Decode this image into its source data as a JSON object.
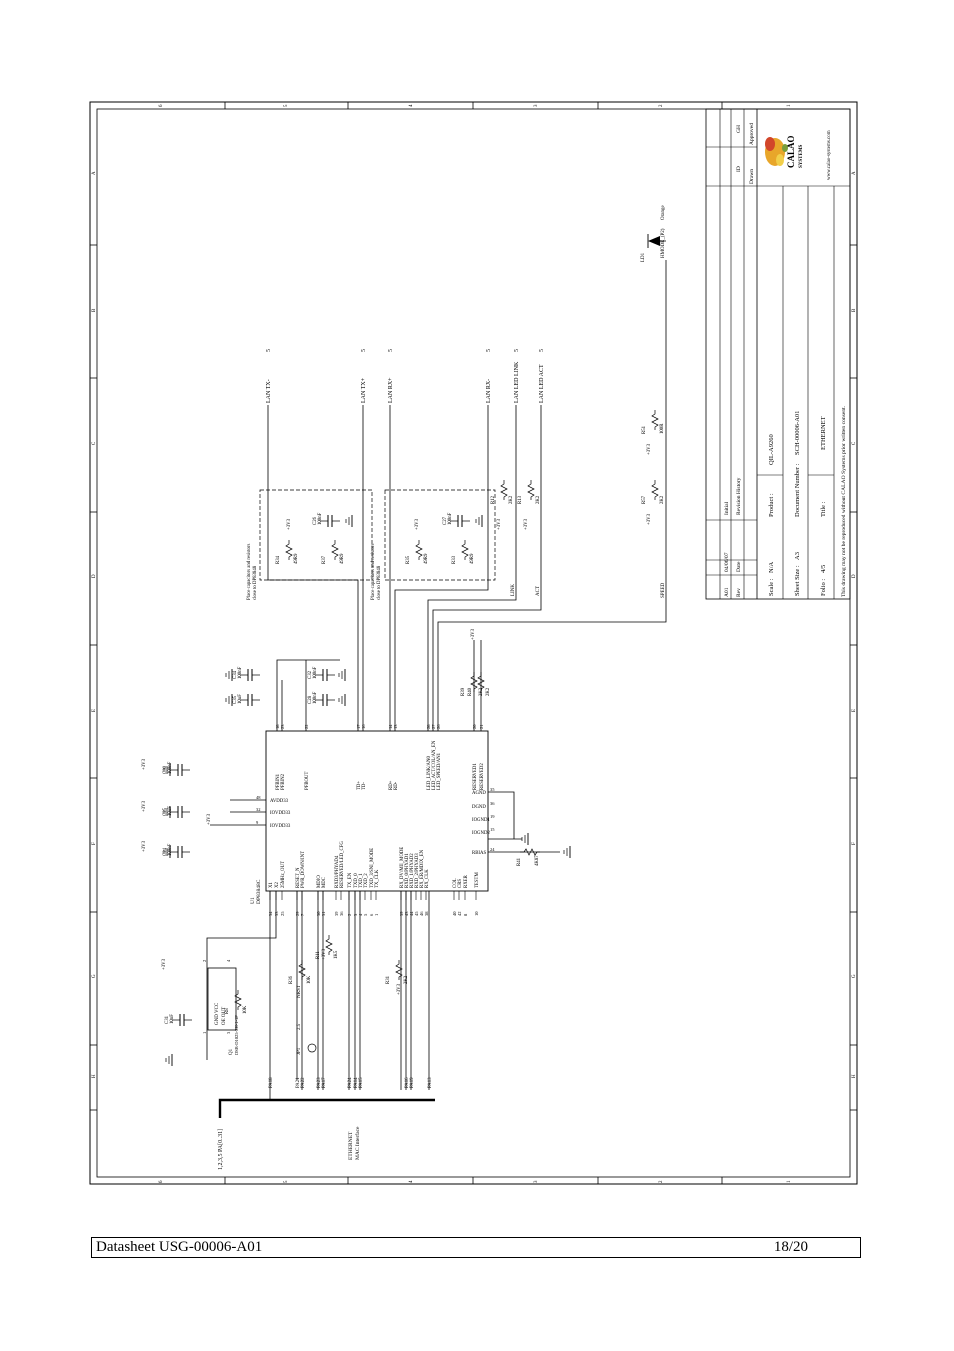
{
  "schematic": {
    "chip": {
      "ref": "U1",
      "part": "DP83848C",
      "left_pins": [
        {
          "num": "34",
          "name": "X1"
        },
        {
          "num": "33",
          "name": "X2"
        },
        {
          "num": "25",
          "name": "25MHz_OUT"
        },
        {
          "num": "29",
          "name": "RESET_N"
        },
        {
          "num": "7",
          "name": "PWR_DOWN/INT"
        },
        {
          "num": "30",
          "name": "MDIO"
        },
        {
          "num": "31",
          "name": "MDC"
        },
        {
          "num": "39",
          "name": "RXD3/PHYAD4"
        },
        {
          "num": "36",
          "name": "RESERVED/LED_CFG"
        },
        {
          "num": "2",
          "name": "TX_EN"
        },
        {
          "num": "3",
          "name": "TXD_0"
        },
        {
          "num": "4",
          "name": "TXD_1"
        },
        {
          "num": "5",
          "name": "TXD_2"
        },
        {
          "num": "6",
          "name": "TXD_3/SNI_MODE"
        },
        {
          "num": "1",
          "name": "TX_CLK"
        },
        {
          "num": "39",
          "name": "RX_DV/MII_MODE"
        },
        {
          "num": "43",
          "name": "RXD_0/PHYAD1"
        },
        {
          "num": "44",
          "name": "RXD_1/PHYAD2"
        },
        {
          "num": "45",
          "name": "RXD_2/PHYAD3"
        },
        {
          "num": "46",
          "name": "RX_ER/MDIX_EN"
        },
        {
          "num": "38",
          "name": "RX_CLK"
        },
        {
          "num": "40",
          "name": "COL"
        },
        {
          "num": "42",
          "name": "CRS"
        },
        {
          "num": "8",
          "name": "RXER"
        },
        {
          "num": "10",
          "name": "TESTM"
        }
      ],
      "top_pins": [
        {
          "num": "18",
          "name": "PFBIN1"
        },
        {
          "num": "23",
          "name": "PFBIN2"
        },
        {
          "num": "22",
          "name": "PFBOUT"
        },
        {
          "num": "17",
          "name": "TD+"
        },
        {
          "num": "16",
          "name": "TD-"
        },
        {
          "num": "14",
          "name": "RD+"
        },
        {
          "num": "13",
          "name": "RD-"
        },
        {
          "num": "28",
          "name": "LED_LINK/AN0"
        },
        {
          "num": "27",
          "name": "LED_ACT/COL/AN_EN"
        },
        {
          "num": "26",
          "name": "LED_SPEED/AN1"
        },
        {
          "num": "20",
          "name": "RESERVED1"
        },
        {
          "num": "21",
          "name": "RESERVED2"
        }
      ],
      "bottom_pins": [
        {
          "num": "35",
          "name": "AGND"
        },
        {
          "num": "36",
          "name": "DGND"
        },
        {
          "num": "19",
          "name": "IOGND1"
        },
        {
          "num": "15",
          "name": "IOGND2"
        },
        {
          "num": "24",
          "name": "RBIAS"
        }
      ],
      "power_pins": [
        {
          "num": "48",
          "name": "AVDD33"
        },
        {
          "num": "32",
          "name": "IOVDD33"
        },
        {
          "num": "9",
          "name": "IOVDD33"
        }
      ]
    },
    "components": [
      {
        "ref": "C24",
        "value": "100nF"
      },
      {
        "ref": "C25",
        "value": "10uF"
      },
      {
        "ref": "C30",
        "value": "100nF"
      },
      {
        "ref": "C32",
        "value": "100nF"
      },
      {
        "ref": "C34",
        "value": "100nF"
      },
      {
        "ref": "C35",
        "value": "10uF"
      },
      {
        "ref": "C28",
        "value": "100nF"
      },
      {
        "ref": "C26",
        "value": "100nF"
      },
      {
        "ref": "C27",
        "value": "100nF"
      },
      {
        "ref": "C33",
        "value": "100nF"
      },
      {
        "ref": "C31",
        "value": "10nF"
      },
      {
        "ref": "R36",
        "value": "10K"
      },
      {
        "ref": "R11",
        "value": "1K5"
      },
      {
        "ref": "R31",
        "value": "2K2"
      },
      {
        "ref": "R8",
        "value": "10K"
      },
      {
        "ref": "R41",
        "value": "4K87"
      },
      {
        "ref": "R39",
        "value": "2K2"
      },
      {
        "ref": "R40",
        "value": "2K2"
      },
      {
        "ref": "R34",
        "value": "49R9"
      },
      {
        "ref": "R37",
        "value": "49R9"
      },
      {
        "ref": "R35",
        "value": "49R9"
      },
      {
        "ref": "R33",
        "value": "49R9"
      },
      {
        "ref": "R12",
        "value": "2K2"
      },
      {
        "ref": "R13",
        "value": "2K2"
      },
      {
        "ref": "R57",
        "value": "2K2"
      },
      {
        "ref": "R51",
        "value": "100R"
      },
      {
        "ref": "Q1",
        "value": "DSB-D1025-SH-1-1F"
      },
      {
        "ref": "JP1",
        "value": "2.5"
      },
      {
        "ref": "LD1",
        "value": "Orange"
      }
    ],
    "crystal": {
      "pins": [
        "GND",
        "VCC",
        "OE",
        "OUT"
      ],
      "nums": [
        "2",
        "4",
        "1",
        "3"
      ]
    },
    "nets": {
      "lan_tx_n": "LAN TX-",
      "lan_tx_p": "LAN TX+",
      "lan_rx_p": "LAN RX+",
      "lan_rx_n": "LAN RX-",
      "led_link": "LAN LED LINK",
      "led_act": "LAN LED ACT",
      "sheet_ref": "5",
      "link": "LINK",
      "act": "ACT",
      "speed": "SPEED",
      "hmode": "HMODE_(P2)",
      "bus": "PA[0..31]",
      "bus_sheets": "1,2,3,5",
      "power": "+3V3",
      "pa_labels": [
        "PA18",
        "PA21",
        "PA22",
        "PA23",
        "PA24",
        "PA14",
        "PA15",
        "PA16",
        "PA19",
        "PA13",
        "PA17"
      ],
      "nrst": "NRST"
    },
    "notes": {
      "place_tx": "Place capacitors and resistors\nclose to DP83848",
      "ethernet_label": "ETHERNET\nMAC Interface"
    }
  },
  "title_block": {
    "company": "CALAO",
    "company_sub": "SYSTEMS",
    "website": "www.calao-systems.com",
    "header": {
      "rev": "Rev",
      "date": "Date",
      "desc": "Revision History",
      "drawn": "Drawn",
      "approved": "Approved",
      "id": "ID",
      "gh": "GH"
    },
    "row1": {
      "rev": "A01",
      "date": "04/06/07",
      "desc": "Initial"
    },
    "scale_label": "Scale :",
    "scale": "N/A",
    "sheet_size_label": "Sheet Size :",
    "sheet_size": "A3",
    "folio_label": "Folio :",
    "folio": "4/5",
    "product_label": "Product :",
    "product": "QIL-A9260",
    "docnum_label": "Document Number :",
    "docnum": "SCH-00006-A01",
    "title_label": "Title :",
    "title": "ETHERNET",
    "copyright": "This drawing may not be reproduced without CALAO Systems prior written consent."
  },
  "frame": {
    "cols": [
      "6",
      "5",
      "4",
      "3",
      "2",
      "1"
    ],
    "rows": [
      "A",
      "B",
      "C",
      "D",
      "E",
      "F",
      "G",
      "H"
    ]
  },
  "footer": {
    "left": "Datasheet USG-00006-A01",
    "right": "18/20"
  }
}
